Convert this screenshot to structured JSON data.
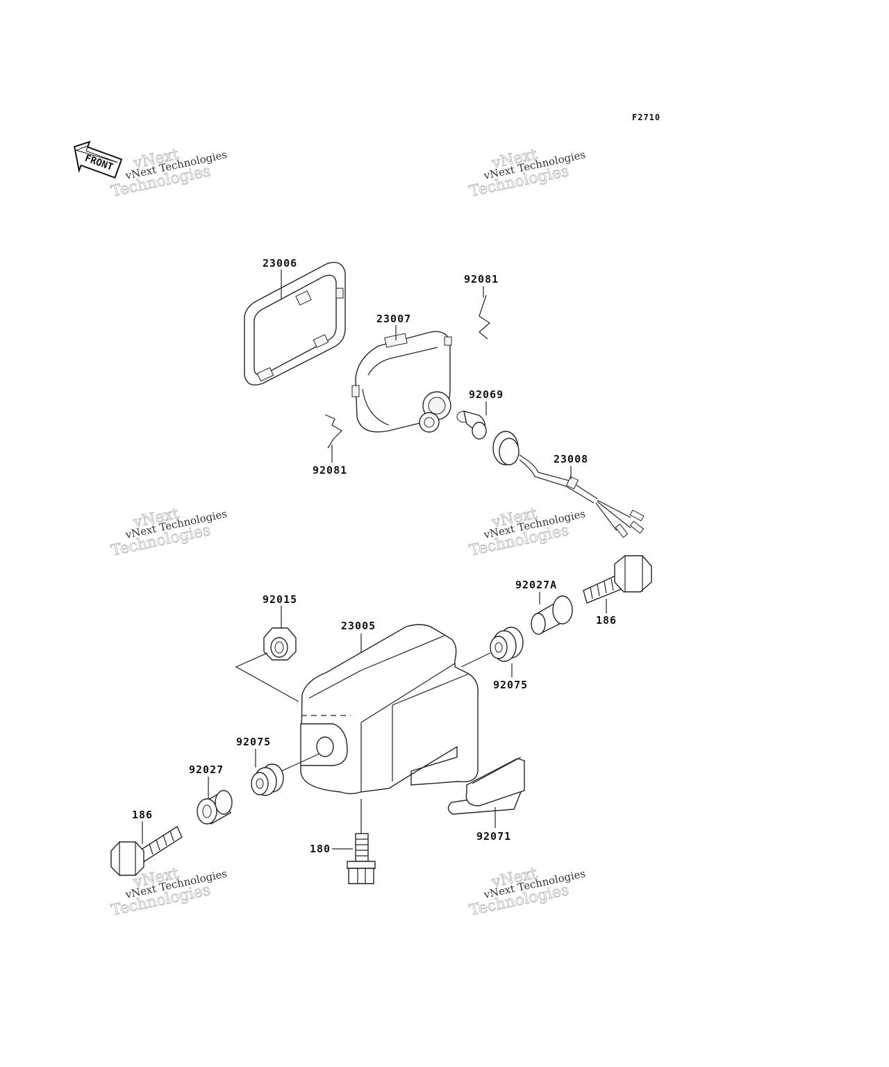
{
  "figure_code": "F2710",
  "front_arrow_label": "FRONT",
  "watermark": {
    "line1": "vNext",
    "line2": "vNext Technologies",
    "line3": "Technologies"
  },
  "parts": {
    "p23006": "23006",
    "p23007": "23007",
    "p92081_top": "92081",
    "p92081_bottom": "92081",
    "p92069": "92069",
    "p23008": "23008",
    "p92015": "92015",
    "p23005": "23005",
    "p92027A": "92027A",
    "p186_right": "186",
    "p92075_right": "92075",
    "p92075_left": "92075",
    "p92027": "92027",
    "p186_left": "186",
    "p180": "180",
    "p92071": "92071"
  }
}
